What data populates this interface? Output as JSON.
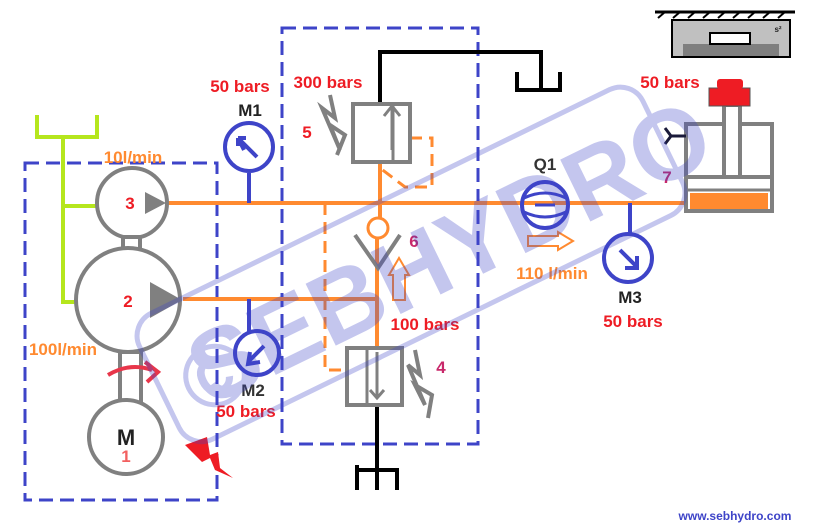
{
  "components": {
    "pump3": {
      "number": "3",
      "flow": "10l/min"
    },
    "pump2": {
      "number": "2",
      "flow": "100l/min"
    },
    "motor": {
      "symbol": "M",
      "number": "1"
    },
    "gauge_m1": {
      "name": "M1",
      "pressure": "50 bars"
    },
    "gauge_m2": {
      "name": "M2",
      "pressure": "50 bars"
    },
    "gauge_m3": {
      "name": "M3",
      "pressure": "50 bars"
    },
    "relief_valve_5": {
      "number": "5",
      "pressure": "300 bars"
    },
    "check_valve_6": {
      "number": "6"
    },
    "unloading_valve_4": {
      "number": "4",
      "pressure": "100 bars"
    },
    "flowmeter": {
      "name": "Q1",
      "flow": "110 l/min"
    },
    "cylinder_7": {
      "number": "7",
      "pressure": "50 bars"
    },
    "press_icon": {
      "label": "s²"
    }
  },
  "watermark": {
    "text": "SEBHYDRO",
    "symbol": "©"
  },
  "footer": {
    "url": "www.sebhydro.com"
  },
  "colors": {
    "pressure_line": "#ff8a30",
    "suction_line": "#b5e61d",
    "return_line": "#000000",
    "boundary": "#3e44c8",
    "label_red": "#ee1c24"
  }
}
